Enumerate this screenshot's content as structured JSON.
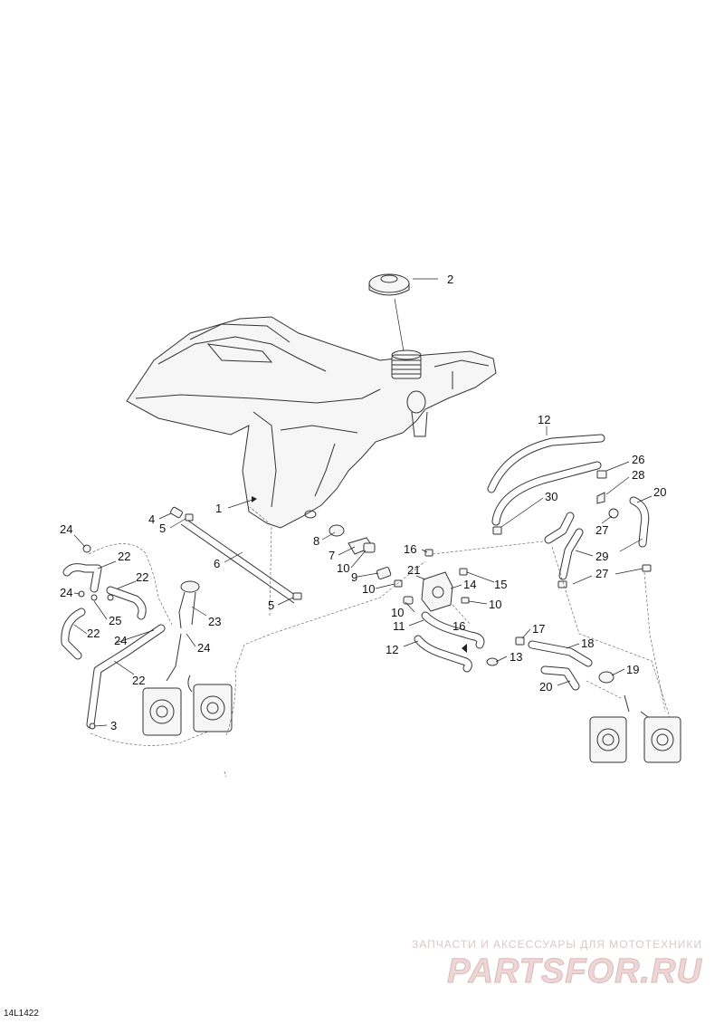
{
  "figure_code": "14L1422",
  "watermark": {
    "tagline": "ЗАПЧАСТИ И АКСЕССУАРЫ ДЛЯ МОТОТЕХНИКИ",
    "logo": "PARTSFOR.RU"
  },
  "callouts": [
    {
      "id": "c2",
      "label": "2"
    },
    {
      "id": "c1",
      "label": "1"
    },
    {
      "id": "c4",
      "label": "4"
    },
    {
      "id": "c5a",
      "label": "5"
    },
    {
      "id": "c6",
      "label": "6"
    },
    {
      "id": "c5b",
      "label": "5"
    },
    {
      "id": "c8",
      "label": "8"
    },
    {
      "id": "c7",
      "label": "7"
    },
    {
      "id": "c10a",
      "label": "10"
    },
    {
      "id": "c9",
      "label": "9"
    },
    {
      "id": "c10b",
      "label": "10"
    },
    {
      "id": "c21",
      "label": "21"
    },
    {
      "id": "c10c",
      "label": "10"
    },
    {
      "id": "c16a",
      "label": "16"
    },
    {
      "id": "c14",
      "label": "14"
    },
    {
      "id": "c15",
      "label": "15"
    },
    {
      "id": "c10d",
      "label": "10"
    },
    {
      "id": "c11",
      "label": "11"
    },
    {
      "id": "c16b",
      "label": "16"
    },
    {
      "id": "c12a",
      "label": "12"
    },
    {
      "id": "c13",
      "label": "13"
    },
    {
      "id": "c17",
      "label": "17"
    },
    {
      "id": "c18",
      "label": "18"
    },
    {
      "id": "c19",
      "label": "19"
    },
    {
      "id": "c20a",
      "label": "20"
    },
    {
      "id": "c12b",
      "label": "12"
    },
    {
      "id": "c26",
      "label": "26"
    },
    {
      "id": "c28",
      "label": "28"
    },
    {
      "id": "c30",
      "label": "30"
    },
    {
      "id": "c20b",
      "label": "20"
    },
    {
      "id": "c27a",
      "label": "27"
    },
    {
      "id": "c29",
      "label": "29"
    },
    {
      "id": "c27b",
      "label": "27"
    },
    {
      "id": "c24a",
      "label": "24"
    },
    {
      "id": "c22a",
      "label": "22"
    },
    {
      "id": "c22b",
      "label": "22"
    },
    {
      "id": "c24b",
      "label": "24"
    },
    {
      "id": "c25",
      "label": "25"
    },
    {
      "id": "c22c",
      "label": "22"
    },
    {
      "id": "c24c",
      "label": "24"
    },
    {
      "id": "c24d",
      "label": "24"
    },
    {
      "id": "c23",
      "label": "23"
    },
    {
      "id": "c22d",
      "label": "22"
    },
    {
      "id": "c3",
      "label": "3"
    }
  ]
}
